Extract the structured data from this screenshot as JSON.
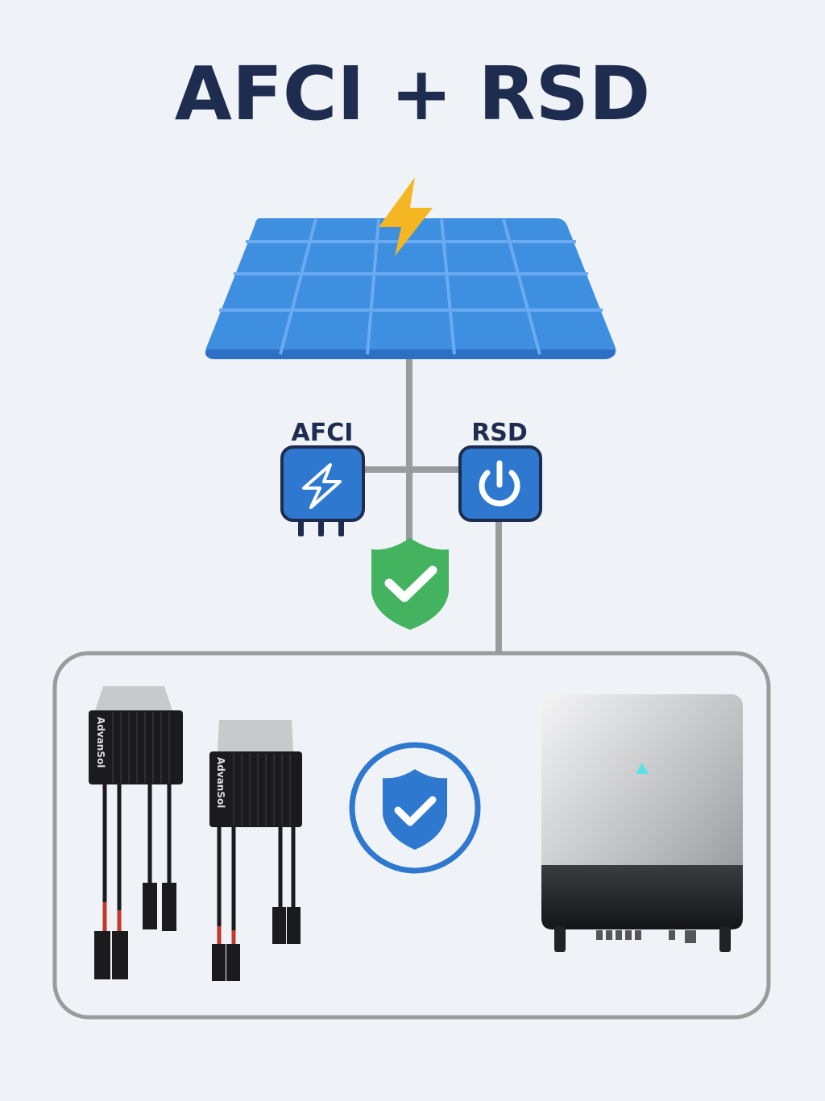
{
  "title": "AFCI + RSD",
  "labels": {
    "afci": "AFCI",
    "rsd": "RSD"
  },
  "optimizers": {
    "brand": "AdvanSol"
  },
  "colors": {
    "title": "#1e2d4f",
    "panel": "#3f8fe0",
    "shield_green": "#44b35f",
    "shield_blue": "#2f78d0",
    "line": "#999b9c",
    "bolt": "#f5b623"
  },
  "icons": [
    "lightning-icon",
    "afci-chip-icon",
    "power-icon",
    "shield-check-icon",
    "shield-check-circle-icon"
  ]
}
